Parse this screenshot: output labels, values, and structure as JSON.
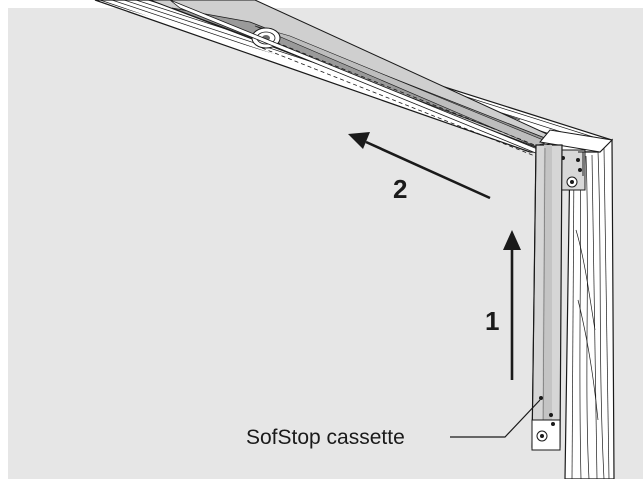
{
  "diagram": {
    "background_color": "#e6e6e6",
    "frame_color": "#ffffff",
    "line_color": "#1a1a1a",
    "steps": [
      {
        "number": "1",
        "direction": "up"
      },
      {
        "number": "2",
        "direction": "left-up"
      }
    ],
    "callout": {
      "label": "SofStop cassette"
    }
  }
}
